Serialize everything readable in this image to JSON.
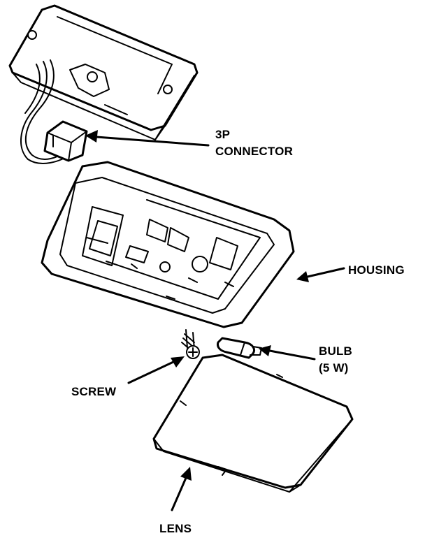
{
  "labels": {
    "connector_line1": "3P",
    "connector_line2": "CONNECTOR",
    "housing": "HOUSING",
    "bulb_line1": "BULB",
    "bulb_line2": "(5 W)",
    "screw": "SCREW",
    "lens": "LENS"
  }
}
